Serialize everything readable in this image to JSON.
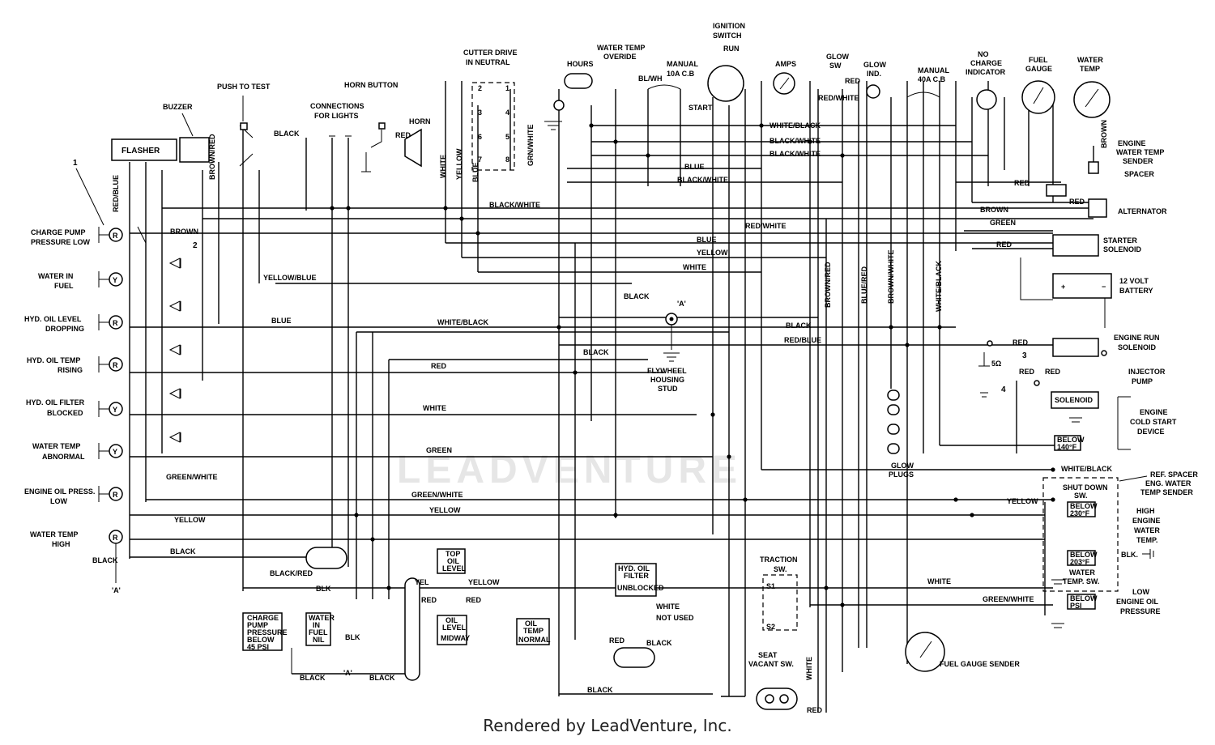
{
  "footer": "Rendered by LeadVenture, Inc.",
  "watermark": "LEADVENTURE",
  "callouts": {
    "c1": "1",
    "c2": "2",
    "c3": "3",
    "c4": "4"
  },
  "components": {
    "flasher": "FLASHER",
    "buzzer": "BUZZER",
    "push_to_test": "PUSH TO TEST",
    "connections_l1": "CONNECTIONS",
    "connections_l2": "FOR LIGHTS",
    "horn_button": "HORN BUTTON",
    "horn": "HORN",
    "cutter_l1": "CUTTER DRIVE",
    "cutter_l2": "IN NEUTRAL",
    "hours": "HOURS",
    "wt_override_l1": "WATER TEMP",
    "wt_override_l2": "OVERIDE",
    "manual10_l1": "MANUAL",
    "manual10_l2": "10A C.B",
    "ignition_l1": "IGNITION",
    "ignition_l2": "SWITCH",
    "run": "RUN",
    "start": "START",
    "amps": "AMPS",
    "glow_sw_l1": "GLOW",
    "glow_sw_l2": "SW",
    "glow_ind_l1": "GLOW",
    "glow_ind_l2": "IND.",
    "manual40_l1": "MANUAL",
    "manual40_l2": "40A C.B",
    "no_charge_l1": "NO",
    "no_charge_l2": "CHARGE",
    "no_charge_l3": "INDICATOR",
    "fuel_gauge_l1": "FUEL",
    "fuel_gauge_l2": "GAUGE",
    "water_temp_l1": "WATER",
    "water_temp_l2": "TEMP",
    "sender_l1": "ENGINE",
    "sender_l2": "WATER TEMP",
    "sender_l3": "SENDER",
    "spacer": "SPACER",
    "alternator": "ALTERNATOR",
    "starter_l1": "STARTER",
    "starter_l2": "SOLENOID",
    "battery_l1": "12 VOLT",
    "battery_l2": "BATTERY",
    "engine_run_l1": "ENGINE RUN",
    "engine_run_l2": "SOLENOID",
    "injector_l1": "INJECTOR",
    "injector_l2": "PUMP",
    "solenoid": "SOLENOID",
    "cold_l1": "ENGINE",
    "cold_l2": "COLD START",
    "cold_l3": "DEVICE",
    "below140_l1": "BELOW",
    "below140_l2": "140°F",
    "ref_l1": "REF. SPACER",
    "ref_l2": "ENG. WATER",
    "ref_l3": "TEMP SENDER",
    "shutdown_l1": "SHUT DOWN",
    "shutdown_l2": "SW.",
    "below230_l1": "BELOW",
    "below230_l2": "230°F",
    "high_l1": "HIGH",
    "high_l2": "ENGINE",
    "high_l3": "WATER",
    "high_l4": "TEMP.",
    "below203_l1": "BELOW",
    "below203_l2": "203°F",
    "water_temp_sw_l1": "WATER",
    "water_temp_sw_l2": "TEMP. SW.",
    "below_psi_l1": "BELOW",
    "below_psi_l2": "PSI",
    "low_oil_l1": "LOW",
    "low_oil_l2": "ENGINE OIL",
    "low_oil_l3": "PRESSURE",
    "fuel_sender": "FUEL GAUGE SENDER",
    "seat_l1": "SEAT",
    "seat_l2": "VACANT SW.",
    "traction_l1": "TRACTION",
    "traction_l2": "SW.",
    "s1": "S1",
    "s2": "S2",
    "glow_plugs_l1": "GLOW",
    "glow_plugs_l2": "PLUGS",
    "flywheel_l1": "FLYWHEEL",
    "flywheel_l2": "HOUSING",
    "flywheel_l3": "STUD",
    "node_a": "'A'",
    "hyd_filter_l1": "HYD. OIL",
    "hyd_filter_l2": "FILTER",
    "hyd_filter_l3": "UNBLOCKED",
    "top_oil_l1": "TOP",
    "top_oil_l2": "OIL",
    "top_oil_l3": "LEVEL",
    "oil_level_l1": "OIL",
    "oil_level_l2": "LEVEL",
    "oil_level_l3": "MIDWAY",
    "oil_temp_l1": "OIL",
    "oil_temp_l2": "TEMP",
    "oil_temp_l3": "NORMAL",
    "water_in_fuel_l1": "WATER",
    "water_in_fuel_l2": "IN",
    "water_in_fuel_l3": "FUEL",
    "water_in_fuel_l4": "NIL",
    "charge_pump_l1": "CHARGE",
    "charge_pump_l2": "PUMP",
    "charge_pump_l3": "PRESSURE",
    "charge_pump_l4": "BELOW",
    "charge_pump_l5": "45 PSI",
    "not_used": "NOT USED",
    "resistor": "5Ω",
    "ohm_sym": "A",
    "blk_sym": "BLK"
  },
  "lamps": [
    {
      "letter": "R",
      "l1": "CHARGE PUMP",
      "l2": "PRESSURE LOW"
    },
    {
      "letter": "Y",
      "l1": "WATER IN",
      "l2": "FUEL"
    },
    {
      "letter": "R",
      "l1": "HYD. OIL LEVEL",
      "l2": "DROPPING"
    },
    {
      "letter": "R",
      "l1": "HYD. OIL TEMP",
      "l2": "RISING"
    },
    {
      "letter": "Y",
      "l1": "HYD. OIL FILTER",
      "l2": "BLOCKED"
    },
    {
      "letter": "Y",
      "l1": "WATER TEMP",
      "l2": "ABNORMAL"
    },
    {
      "letter": "R",
      "l1": "ENGINE OIL PRESS.",
      "l2": "LOW"
    },
    {
      "letter": "R",
      "l1": "WATER TEMP",
      "l2": "HIGH"
    }
  ],
  "switch_terminals": [
    "2",
    "1",
    "3",
    "4",
    "6",
    "5",
    "7",
    "8"
  ],
  "wires": {
    "black": "BLACK",
    "red": "RED",
    "white": "WHITE",
    "blue": "BLUE",
    "yellow": "YELLOW",
    "brown": "BROWN",
    "green": "GREEN",
    "yel": "YEL",
    "blk": "BLK",
    "red_blue": "RED/BLUE",
    "brown_red": "BROWN/RED",
    "grn_white": "GRN/WHITE",
    "bl_wh": "BL/WH",
    "red_white": "RED/WHITE",
    "white_black": "WHITE/BLACK",
    "black_white": "BLACK/WHITE",
    "yellow_blue": "YELLOW/BLUE",
    "green_white": "GREEN/WHITE",
    "black_red": "BLACK/RED",
    "blue_red": "BLUE/RED",
    "brown_white": "BROWN/WHITE",
    "blk_short": "BLK."
  }
}
